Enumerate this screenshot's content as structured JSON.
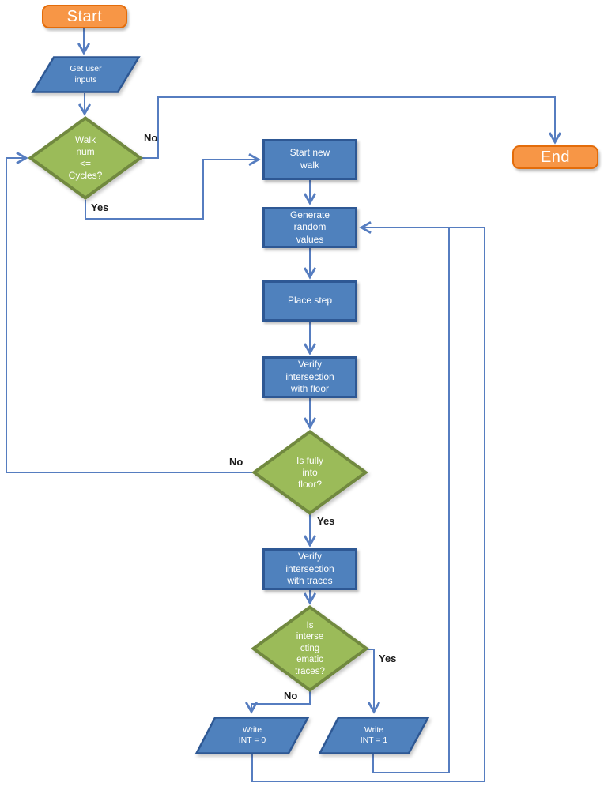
{
  "diagram": {
    "type": "flowchart",
    "nodes": {
      "start": {
        "shape": "terminator",
        "label": "Start"
      },
      "get_user_inputs": {
        "shape": "parallelogram",
        "label": "Get user\ninputs"
      },
      "walk_decision": {
        "shape": "decision",
        "label": "Walk\nnum\n<=\nCycles?"
      },
      "start_new_walk": {
        "shape": "process",
        "label": "Start new\nwalk"
      },
      "generate_values": {
        "shape": "process",
        "label": "Generate\nrandom\nvalues"
      },
      "place_step": {
        "shape": "process",
        "label": "Place step"
      },
      "verify_floor": {
        "shape": "process",
        "label": "Verify\nintersection\nwith floor"
      },
      "floor_decision": {
        "shape": "decision",
        "label": "Is fully\ninto\nfloor?"
      },
      "verify_traces": {
        "shape": "process",
        "label": "Verify\nintersection\nwith traces"
      },
      "traces_decision": {
        "shape": "decision",
        "label": "Is\ninterse\ncting\nematic\ntraces?"
      },
      "write_int_0": {
        "shape": "parallelogram",
        "label": "Write\nINT = 0"
      },
      "write_int_1": {
        "shape": "parallelogram",
        "label": "Write\nINT = 1"
      },
      "end": {
        "shape": "terminator",
        "label": "End"
      }
    },
    "edge_labels": {
      "walk_no": "No",
      "walk_yes": "Yes",
      "floor_no": "No",
      "floor_yes": "Yes",
      "traces_yes": "Yes",
      "traces_no": "No"
    },
    "colors": {
      "process_fill": "#4f81bd",
      "process_border": "#2e5894",
      "decision_fill": "#9bbb59",
      "decision_border": "#71893f",
      "terminator_fill": "#f79646",
      "terminator_border": "#e36c0a",
      "connector": "#567dc0",
      "node_text": "#ffffff",
      "edge_label_text": "#1a1a1a"
    }
  }
}
